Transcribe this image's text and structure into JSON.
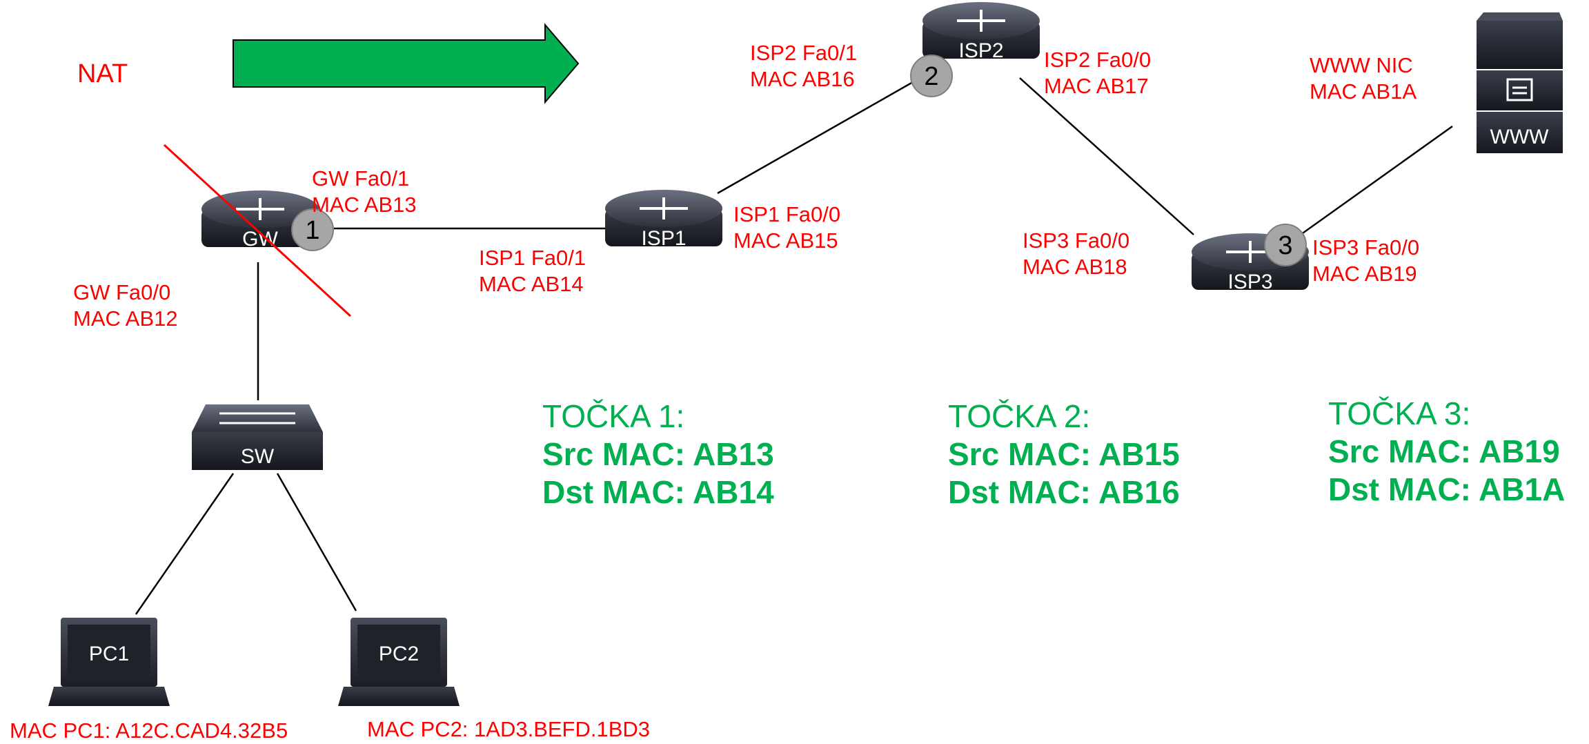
{
  "nat_label": "NAT",
  "devices": {
    "gw": "GW",
    "isp1": "ISP1",
    "isp2": "ISP2",
    "isp3": "ISP3",
    "sw": "SW",
    "pc1": "PC1",
    "pc2": "PC2",
    "www": "WWW"
  },
  "badges": [
    "1",
    "2",
    "3"
  ],
  "interface_labels": {
    "gw_fa01": [
      "GW Fa0/1",
      "MAC AB13"
    ],
    "gw_fa00": [
      "GW Fa0/0",
      "MAC AB12"
    ],
    "isp1_fa01": [
      "ISP1 Fa0/1",
      "MAC AB14"
    ],
    "isp1_fa00": [
      "ISP1 Fa0/0",
      "MAC AB15"
    ],
    "isp2_fa01": [
      "ISP2 Fa0/1",
      "MAC AB16"
    ],
    "isp2_fa00": [
      "ISP2 Fa0/0",
      "MAC AB17"
    ],
    "isp3_fa00_left": [
      "ISP3 Fa0/0",
      "MAC AB18"
    ],
    "isp3_fa00_right": [
      "ISP3 Fa0/0",
      "MAC AB19"
    ],
    "www_nic": [
      "WWW NIC",
      "MAC AB1A"
    ]
  },
  "pc_macs": {
    "pc1": "MAC PC1: A12C.CAD4.32B5",
    "pc2": "MAC PC2: 1AD3.BEFD.1BD3"
  },
  "points": [
    {
      "title": "TOČKA 1:",
      "src": "Src MAC: AB13",
      "dst": "Dst MAC: AB14"
    },
    {
      "title": "TOČKA 2:",
      "src": "Src MAC: AB15",
      "dst": "Dst MAC: AB16"
    },
    {
      "title": "TOČKA 3:",
      "src": "Src MAC: AB19",
      "dst": "Dst MAC: AB1A"
    }
  ],
  "colors": {
    "label_red": "#ff0000",
    "point_green": "#00b050",
    "arrow_green": "#00b050",
    "device_dark": "#2b2e38",
    "badge_gray": "#a6a6a6"
  }
}
